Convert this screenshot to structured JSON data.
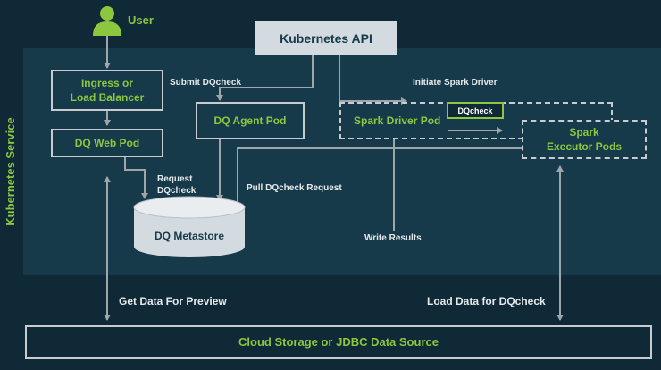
{
  "side_label": "Kubernetes Service",
  "user": {
    "label": "User"
  },
  "nodes": {
    "kubernetes_api": "Kubernetes API",
    "ingress": "Ingress or\nLoad Balancer",
    "dq_web_pod": "DQ Web Pod",
    "dq_agent_pod": "DQ Agent Pod",
    "spark_driver_pod": "Spark Driver Pod",
    "dqcheck_tag": "DQcheck",
    "spark_executor_pods": "Spark\nExecutor Pods",
    "dq_metastore": "DQ Metastore",
    "cloud_storage": "Cloud Storage or JDBC Data Source"
  },
  "edge_labels": {
    "submit_dqcheck": "Submit DQcheck",
    "initiate_spark_driver": "Initiate Spark Driver",
    "request_dqcheck": "Request\nDQcheck",
    "pull_dqcheck_request": "Pull DQcheck Request",
    "write_results": "Write Results",
    "get_data_for_preview": "Get Data For Preview",
    "load_data_for_dqcheck": "Load Data for DQcheck"
  },
  "colors": {
    "background": "#0f2a36",
    "panel": "#163a4a",
    "accent_green": "#8dc63f",
    "line_gray": "#9ea5ab",
    "box_border": "#c8ccd0"
  }
}
